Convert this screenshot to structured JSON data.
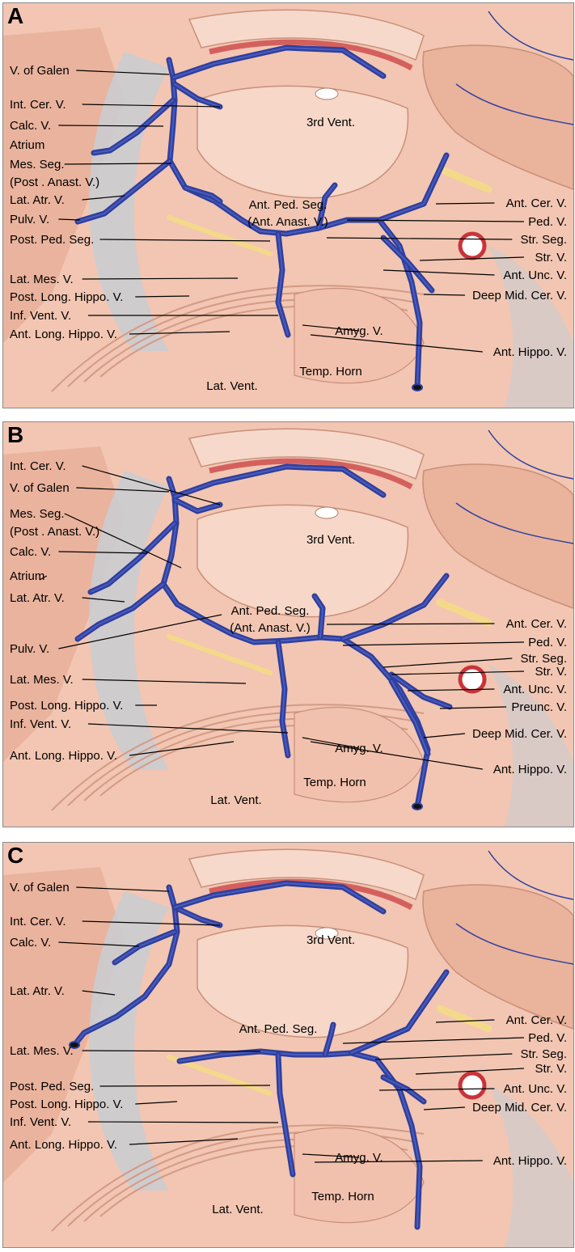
{
  "colors": {
    "tissue": "#f2c6b2",
    "tissue_dark": "#e3a48c",
    "ventricle_gray": "#c9cdd2",
    "vein": "#2f3f9e",
    "artery": "#c8343a",
    "nerve": "#f4d98a",
    "line": "#000000"
  },
  "panels": [
    {
      "letter": "A",
      "labels": [
        {
          "text": "V. of Galen",
          "side": "left"
        },
        {
          "text": "Int. Cer. V.",
          "side": "left"
        },
        {
          "text": "Calc. V.",
          "side": "left"
        },
        {
          "text": "Atrium",
          "side": "left"
        },
        {
          "text": "Mes. Seg.",
          "side": "left"
        },
        {
          "text": "(Post . Anast. V.)",
          "side": "left"
        },
        {
          "text": "Lat. Atr. V.",
          "side": "left"
        },
        {
          "text": "Pulv. V.",
          "side": "left"
        },
        {
          "text": "Post. Ped. Seg.",
          "side": "left"
        },
        {
          "text": "Lat. Mes. V.",
          "side": "left"
        },
        {
          "text": "Post. Long. Hippo. V.",
          "side": "left"
        },
        {
          "text": "Inf. Vent. V.",
          "side": "left"
        },
        {
          "text": "Ant. Long. Hippo. V.",
          "side": "left"
        },
        {
          "text": "3rd Vent.",
          "side": "inside"
        },
        {
          "text": "Ant. Ped. Seg.",
          "side": "inside"
        },
        {
          "text": "(Ant. Anast. V.)",
          "side": "inside"
        },
        {
          "text": "Amyg. V.",
          "side": "inside"
        },
        {
          "text": "Temp. Horn",
          "side": "inside"
        },
        {
          "text": "Lat. Vent.",
          "side": "inside"
        },
        {
          "text": "Ant. Cer. V.",
          "side": "right"
        },
        {
          "text": "Ped. V.",
          "side": "right"
        },
        {
          "text": "Str. Seg.",
          "side": "right"
        },
        {
          "text": "Str. V.",
          "side": "right"
        },
        {
          "text": "Ant. Unc. V.",
          "side": "right"
        },
        {
          "text": "Deep Mid. Cer. V.",
          "side": "right"
        },
        {
          "text": "Ant. Hippo. V.",
          "side": "right"
        }
      ]
    },
    {
      "letter": "B",
      "labels": [
        {
          "text": "Int. Cer. V.",
          "side": "left"
        },
        {
          "text": "V. of Galen",
          "side": "left"
        },
        {
          "text": "Mes. Seg.",
          "side": "left"
        },
        {
          "text": "(Post . Anast. V.)",
          "side": "left"
        },
        {
          "text": "Calc. V.",
          "side": "left"
        },
        {
          "text": "Atrium",
          "side": "left"
        },
        {
          "text": "Lat. Atr. V.",
          "side": "left"
        },
        {
          "text": "Pulv. V.",
          "side": "left"
        },
        {
          "text": "Lat. Mes. V.",
          "side": "left"
        },
        {
          "text": "Post. Long. Hippo. V.",
          "side": "left"
        },
        {
          "text": "Inf. Vent. V.",
          "side": "left"
        },
        {
          "text": "Ant. Long. Hippo. V.",
          "side": "left"
        },
        {
          "text": "3rd Vent.",
          "side": "inside"
        },
        {
          "text": "Ant. Ped. Seg.",
          "side": "inside"
        },
        {
          "text": "(Ant. Anast. V.)",
          "side": "inside"
        },
        {
          "text": "Amyg. V.",
          "side": "inside"
        },
        {
          "text": "Temp. Horn",
          "side": "inside"
        },
        {
          "text": "Lat. Vent.",
          "side": "inside"
        },
        {
          "text": "Ant. Cer. V.",
          "side": "right"
        },
        {
          "text": "Ped. V.",
          "side": "right"
        },
        {
          "text": "Str. Seg.",
          "side": "right"
        },
        {
          "text": "Str. V.",
          "side": "right"
        },
        {
          "text": "Ant. Unc. V.",
          "side": "right"
        },
        {
          "text": "Preunc. V.",
          "side": "right"
        },
        {
          "text": "Deep Mid. Cer. V.",
          "side": "right"
        },
        {
          "text": "Ant. Hippo. V.",
          "side": "right"
        }
      ]
    },
    {
      "letter": "C",
      "labels": [
        {
          "text": "V. of Galen",
          "side": "left"
        },
        {
          "text": "Int. Cer. V.",
          "side": "left"
        },
        {
          "text": "Calc. V.",
          "side": "left"
        },
        {
          "text": "Lat. Atr. V.",
          "side": "left"
        },
        {
          "text": "Lat. Mes. V.",
          "side": "left"
        },
        {
          "text": "Post. Ped. Seg.",
          "side": "left"
        },
        {
          "text": "Post. Long. Hippo. V.",
          "side": "left"
        },
        {
          "text": "Inf. Vent. V.",
          "side": "left"
        },
        {
          "text": "Ant. Long. Hippo. V.",
          "side": "left"
        },
        {
          "text": "3rd Vent.",
          "side": "inside"
        },
        {
          "text": "Ant. Ped. Seg.",
          "side": "inside"
        },
        {
          "text": "Amyg. V.",
          "side": "inside"
        },
        {
          "text": "Temp. Horn",
          "side": "inside"
        },
        {
          "text": "Lat. Vent.",
          "side": "inside"
        },
        {
          "text": "Ant. Cer. V.",
          "side": "right"
        },
        {
          "text": "Ped. V.",
          "side": "right"
        },
        {
          "text": "Str. Seg.",
          "side": "right"
        },
        {
          "text": "Str. V.",
          "side": "right"
        },
        {
          "text": "Ant. Unc. V.",
          "side": "right"
        },
        {
          "text": "Deep Mid. Cer. V.",
          "side": "right"
        },
        {
          "text": "Ant. Hippo. V.",
          "side": "right"
        }
      ]
    }
  ]
}
